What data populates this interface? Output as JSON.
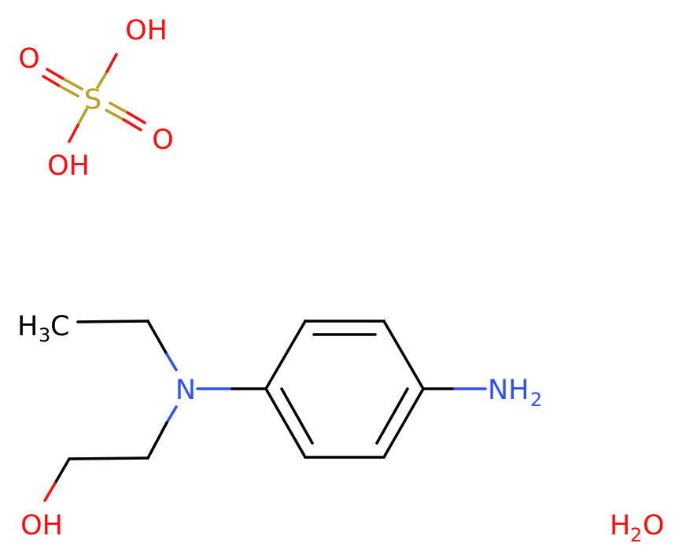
{
  "colors": {
    "background": "#ffffff",
    "bond": "#000000",
    "oxygen": "#ff0d0d",
    "sulfur": "#b8a023",
    "nitrogen": "#3050f8"
  },
  "labels": {
    "sulfuric_acid": {
      "oh_top": "OH",
      "o_left": "O",
      "s": "S",
      "o_right": "O",
      "oh_bottom": "OH"
    },
    "amine": {
      "ch3_h": "H",
      "ch3_sub": "3",
      "ch3_c": "C",
      "n": "N",
      "nh2_nh": "NH",
      "nh2_sub": "2",
      "oh": "OH"
    },
    "water": {
      "h": "H",
      "sub": "2",
      "o": "O"
    }
  }
}
